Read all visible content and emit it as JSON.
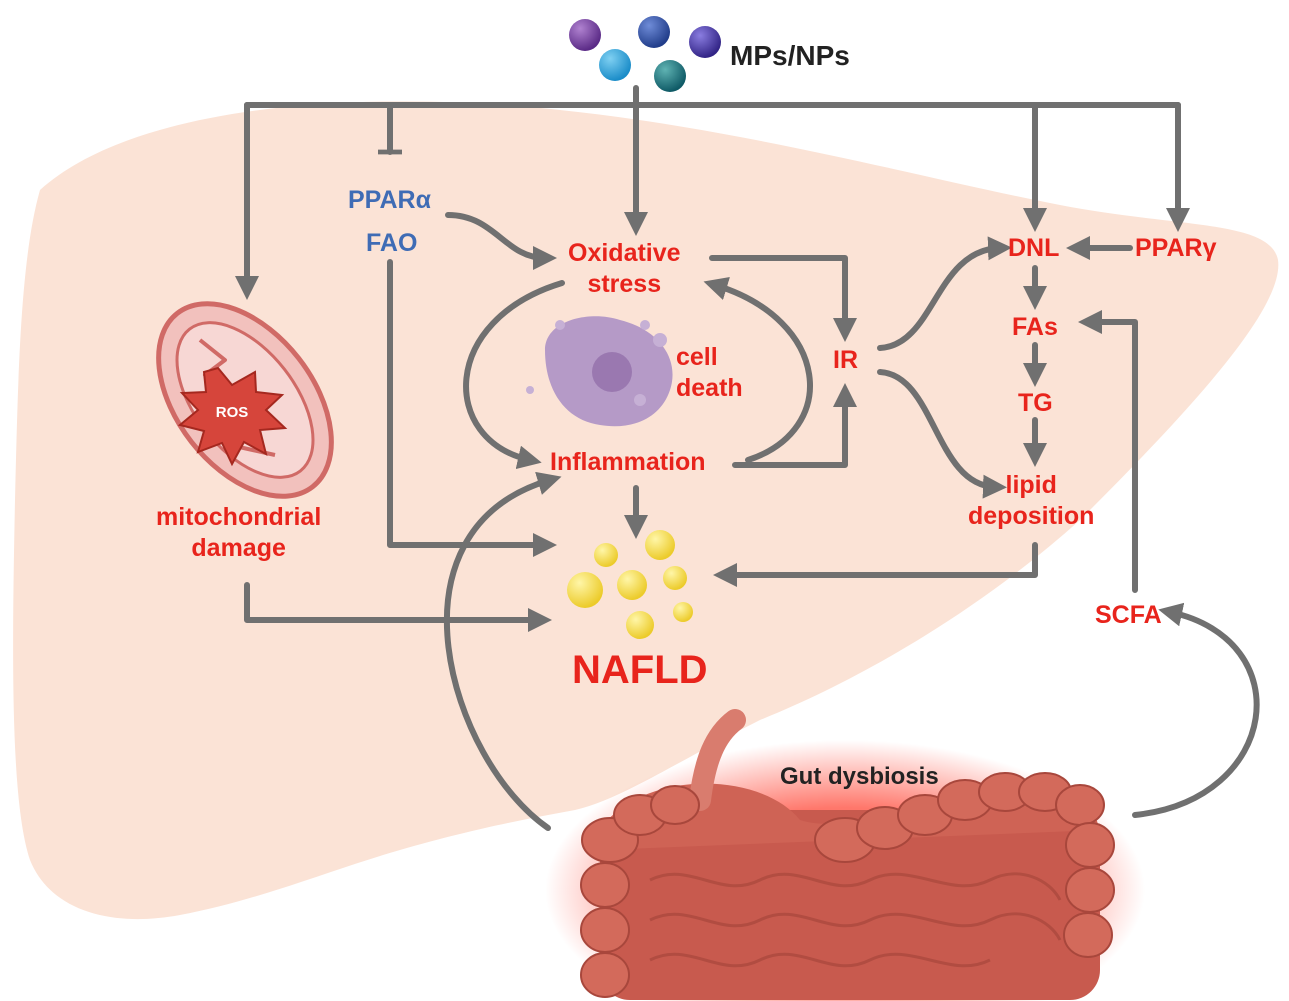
{
  "source": {
    "label": "MPs/NPs"
  },
  "liver": {
    "ppar_alpha": "PPARα",
    "fao": "FAO",
    "oxidative_stress": [
      "Oxidative",
      "stress"
    ],
    "cell_death": [
      "cell",
      "death"
    ],
    "inflammation": "Inflammation",
    "ir": "IR",
    "dnl": "DNL",
    "ppar_gamma": "PPARγ",
    "fas": "FAs",
    "tg": "TG",
    "lipid_deposition": [
      "lipid",
      "deposition"
    ],
    "mitochondrial_damage": [
      "mitochondrial",
      "damage"
    ],
    "ros": "ROS",
    "nafld": "NAFLD",
    "scfa": "SCFA"
  },
  "gut": {
    "label": "Gut dysbiosis"
  },
  "colors": {
    "liver": "#fbe3d6",
    "arrow": "#707070",
    "red_label": "#e8241c",
    "blue_label": "#3f6cb5",
    "colon": "#cd5f52",
    "fat": "#f5d83d"
  }
}
